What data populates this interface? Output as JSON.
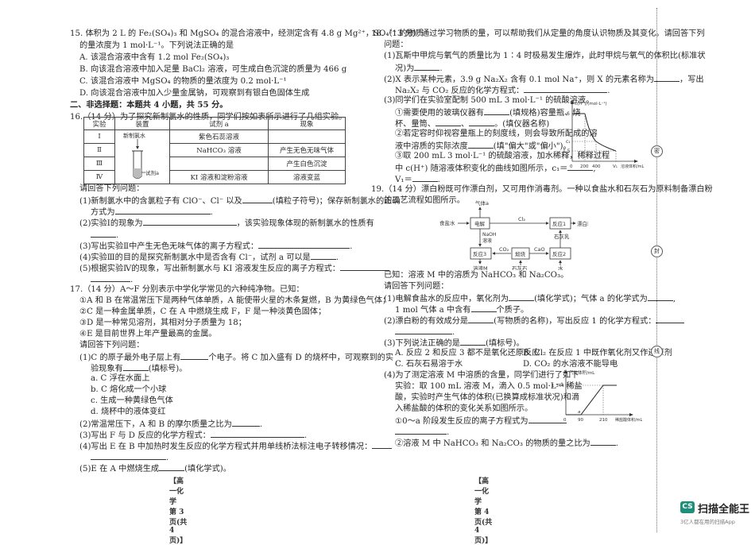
{
  "left_page": {
    "q15": {
      "stem_1": "15. 体积为 2 L 的 Fe₂(SO₄)₃ 和 MgSO₄ 的混合溶液中，经测定含有 4.8 g Mg²⁺，SO₄²⁻ 的物质",
      "stem_2": "的量浓度为 1 mol·L⁻¹。下列说法正确的是",
      "options": [
        "A. 该混合溶液中含有 1.2 mol Fe₂(SO₄)₃",
        "B. 向该混合溶液中加入足量 BaCl₂ 溶液，可生成白色沉淀的质量为 466 g",
        "C. 该混合溶液中 MgSO₄ 的物质的量浓度为 0.2 mol·L⁻¹",
        "D. 向该混合溶液中加入少量金属钠，可观察到有银白色固体生成"
      ]
    },
    "section2_title": "二、非选择题：本题共 4 小题，共 55 分。",
    "q16": {
      "stem": "16.（14 分）为了探究新制氯水的性质，同学们按如表所示进行了几组实验。",
      "table": {
        "headers": [
          "实验",
          "装置",
          "试剂 a",
          "现象"
        ],
        "rows": [
          {
            "exp": "Ⅰ",
            "reagent": "紫色石蕊溶液",
            "phenomenon": ""
          },
          {
            "exp": "Ⅱ",
            "reagent": "NaHCO₃ 溶液",
            "phenomenon": "产生无色无味气体"
          },
          {
            "exp": "Ⅲ",
            "reagent": "",
            "phenomenon": "产生白色沉淀"
          },
          {
            "exp": "Ⅳ",
            "reagent": "KI 溶液和淀粉溶液",
            "phenomenon": "溶液变蓝"
          }
        ],
        "apparatus_label_top": "新制氯水",
        "apparatus_label_side": "试剂a"
      },
      "prompt": "请回答下列问题：",
      "q1_a": "(1)新制氯水中的含氯粒子有 ClO⁻、Cl⁻ 以及",
      "q1_b": "(填粒子符号)；保存新制氯水的正确",
      "q1_c": "方式为",
      "q2_a": "(2)实验Ⅰ的现象为",
      "q2_b": "，该实验现象体现的新制氯水的性质有",
      "q3": "(3)写出实验Ⅱ中产生无色无味气体的离子方程式：",
      "q4_a": "(4)实验Ⅲ的目的是探究新制氯水中是否含有 Cl⁻，试剂 a 可以是",
      "q5": "(5)根据实验Ⅳ的现象，写出新制氯水与 KI 溶液发生反应的离子方程式："
    },
    "q17": {
      "stem": "17.（14 分）A～F 分别表示中学化学常见的六种纯净物。已知：",
      "facts": [
        "①A 和 B 在常温常压下是两种气体单质，A 能使带火星的木条复燃，B 为黄绿色气体；",
        "②C 是一种金属单质，C 在 A 中燃烧生成 F，F 是一种淡黄色固体；",
        "③D 是一种常见溶剂，其相对分子质量为 18；",
        "④E 是目前世界上年产量最高的金属。"
      ],
      "prompt": "请回答下列问题：",
      "q1_a": "(1)C 的原子最外电子层上有",
      "q1_b": "个电子。将 C 加入盛有 D 的烧杯中，可观察到的实",
      "q1_c": "验现象有",
      "q1_d": "(填标号)。",
      "options": [
        "a. C 浮在水面上",
        "b. C 熔化成一个小球",
        "c. 生成一种黄绿色气体",
        "d. 烧杯中的液体变红"
      ],
      "q2": "(2)常温常压下，A 和 B 的摩尔质量之比为",
      "q3": "(3)写出 F 与 D 反应的化学方程式：",
      "q4": "(4)写出 E 在 B 中加热时发生反应的化学方程式并用单线桥法标注电子转移情况：",
      "q5_a": "(5)E 在 A 中燃烧生成",
      "q5_b": "(填化学式)。"
    },
    "footer": "【高一化学　第 3 页(共 4 页)】"
  },
  "right_page": {
    "q18": {
      "stem_1": "18.（13 分）通过学习物质的量，可以帮助我们从定量的角度认识物质及其变化。请回答下列",
      "stem_2": "问题：",
      "q1_a": "(1)瓦斯中甲烷与氧气的质量比为 1∶4 时极易发生爆炸，此时甲烷与氧气的体积比(标准状",
      "q1_b": "况)为",
      "q2_a": "(2)X 表示某种元素，3.9 g Na₂X₂ 含有 0.1 mol Na⁺，则 X 的元素名称为",
      "q2_b": "，写出",
      "q2_c": "Na₂X₂ 与 CO₂ 反应的化学方程式：",
      "q3": "(3)同学们在实验室配制 500 mL 3 mol·L⁻¹ 的硫酸溶液。",
      "q3_1_a": "①需要使用的玻璃仪器有",
      "q3_1_b": "(填规格)容量瓶、烧",
      "q3_1_c": "杯、量筒、",
      "q3_1_d": "。(填仪器名称)",
      "q3_2_a": "②若定容时仰视容量瓶上的刻度线，则会导致所配成的溶",
      "q3_2_b": "液中溶质的实际浓度",
      "q3_2_c": "(填\"偏大\"或\"偏小\")。",
      "q3_3_a": "③取 200 mL 3 mol·L⁻¹ 的硫酸溶液，加水稀释，稀释过程",
      "q3_3_b": "中 c(H⁺) 随溶液体积变化的曲线如图所示，c₁＝",
      "q3_3_c": "V₁＝"
    },
    "q19": {
      "stem_1": "19.（14 分）漂白粉既可作漂白剂，又可用作消毒剂。一种以食盐水和石灰石为原料制备漂白粉",
      "stem_2": "的工艺流程如图所示。",
      "flow": {
        "gas_a": "气体a",
        "brine": "食盐水",
        "electrolysis": "电解",
        "cl2": "Cl₂",
        "reaction1": "反应1",
        "bleach": "漂白粉",
        "naoh_1": "NaOH",
        "naoh_2": "溶液",
        "lime_milk": "石灰乳",
        "reaction3": "反应3",
        "co2": "CO₂",
        "calcine": "煅烧",
        "cao": "CaO",
        "reaction2": "反应2",
        "solution_m": "溶液M",
        "limestone": "石灰石",
        "water": "水"
      },
      "known": "已知：溶液 M 中的溶质为 NaHCO₃ 和 Na₂CO₃。",
      "prompt": "请回答下列问题：",
      "q1_a": "(1)电解食盐水的反应中，氧化剂为",
      "q1_b": "(填化学式)；气体 a 的化学式为",
      "q1_c": "1 mol 气体 a 中含有",
      "q1_d": "个质子。",
      "q2_a": "(2)漂白粉的有效成分是",
      "q2_b": "(写物质的名称)，写出反应 1 的化学方程式：",
      "q3_a": "(3)下列说法正确的是",
      "q3_b": "(填标号)。",
      "options": [
        "A. 反应 2 和反应 3 都不是氧化还原反应",
        "B. Cl₂ 在反应 1 中既作氧化剂又作还原剂",
        "C. 石灰石易溶于水",
        "D. CO₂ 的水溶液不能导电"
      ],
      "q4_lines": [
        "(4)为了测定溶液 M 中溶质的含量，同学们进行了如下",
        "实验：取 100 mL 溶液 M，滴入 0.5 mol·L⁻¹ 稀盐",
        "酸，实验时产生气体的体积(已换算成标准状况)和滴",
        "入稀盐酸的体积的变化关系如图所示。"
      ],
      "q4_1": "①0～a 阶段发生反应的离子方程式为",
      "q4_2_a": "②溶液 M 中 NaHCO₃ 和 Na₂CO₃ 的物质的量之比为"
    },
    "footer": "【高一化学　第 4 页(共 4 页)】"
  },
  "chart_data": [
    {
      "type": "line",
      "title": "",
      "xlabel": "溶液体积/mL",
      "ylabel": "c(H⁺)/(mol·L⁻¹)",
      "x_ticks": [
        "0",
        "200",
        "400",
        "V₁"
      ],
      "y_ticks": [
        "6",
        "c₁",
        "1.5"
      ],
      "x": [
        0,
        200,
        400,
        "V1"
      ],
      "y": [
        6,
        6,
        "c1",
        1.5
      ],
      "annotations": [
        "dashed guides at x=200, x=400, x=V₁ and y=c₁, y=1.5"
      ],
      "grid": false
    },
    {
      "type": "line",
      "title": "",
      "xlabel": "稀盐酸体积/mL",
      "ylabel": "气体体积/mL",
      "x_ticks": [
        "0",
        "90",
        "210"
      ],
      "y_ticks": [
        "1 344"
      ],
      "x": [
        0,
        90,
        210,
        260
      ],
      "y": [
        0,
        0,
        1344,
        1344
      ],
      "annotations": [
        "a (at x=90)",
        "dashed guides at x=210, y=1344"
      ],
      "grid": false
    }
  ],
  "margin_seals": [
    "密",
    "封",
    "线"
  ],
  "watermark": {
    "logo": "CS",
    "name": "扫描全能王",
    "tagline": "3亿人都在用的扫描App"
  }
}
